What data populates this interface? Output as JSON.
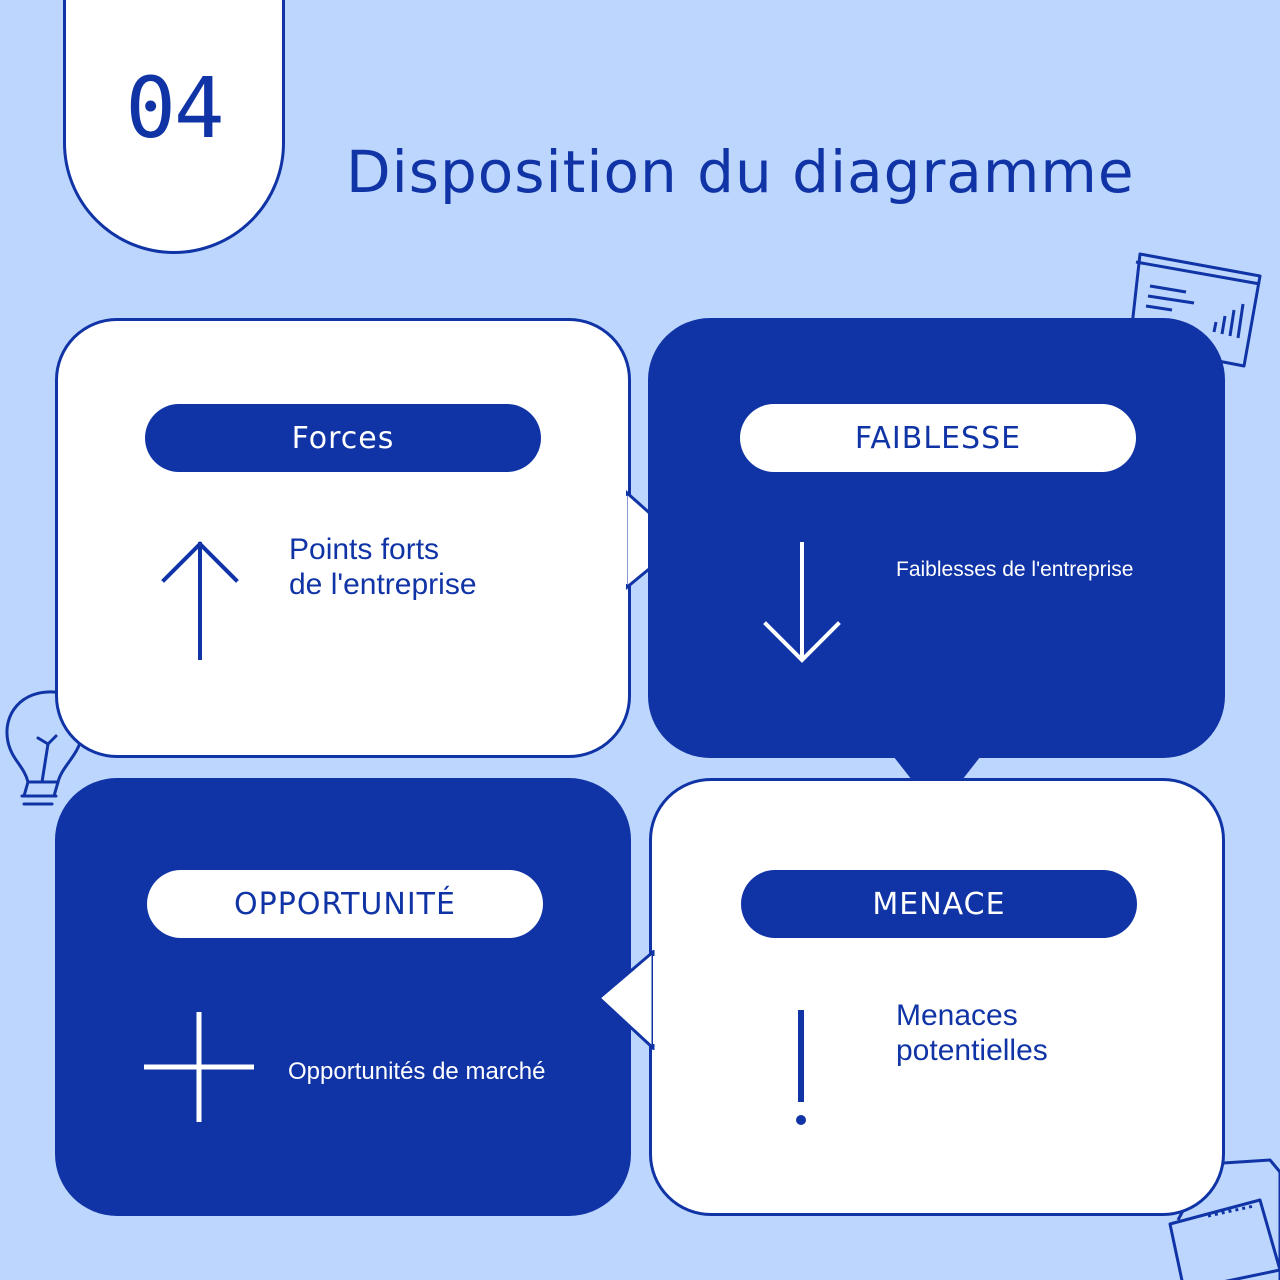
{
  "header": {
    "number": "04",
    "title": "Disposition du diagramme"
  },
  "quadrants": {
    "forces": {
      "label": "Forces",
      "desc_lines": [
        "Points forts",
        "de l'entreprise"
      ],
      "icon": "arrow-up-icon"
    },
    "faiblesse": {
      "label": "FAIBLESSE",
      "desc_lines": [
        "Faiblesses de l'entreprise"
      ],
      "icon": "arrow-down-icon"
    },
    "opportunite": {
      "label": "OPPORTUNITÉ",
      "desc_lines": [
        "Opportunités de marché"
      ],
      "icon": "plus-icon"
    },
    "menace": {
      "label": "MENACE",
      "desc_lines": [
        "Menaces",
        "potentielles"
      ],
      "icon": "exclamation-icon"
    }
  },
  "decorations": [
    "presentation-board-icon",
    "lightbulb-icon",
    "folder-icon"
  ],
  "colors": {
    "background": "#bcd6fd",
    "primary": "#1034a6",
    "white": "#ffffff"
  }
}
